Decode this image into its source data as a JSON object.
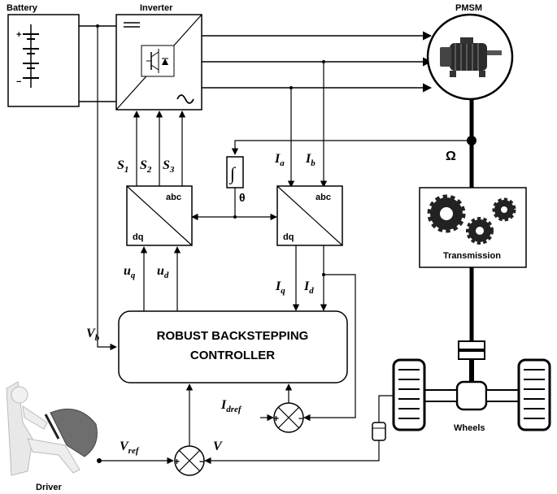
{
  "blocks": {
    "battery": "Battery",
    "inverter": "Inverter",
    "pmsm": "PMSM",
    "transmission": "Transmission",
    "wheels": "Wheels",
    "driver": "Driver",
    "controller_line1": "ROBUST BACKSTEPPING",
    "controller_line2": "CONTROLLER",
    "transform_dq": "dq",
    "transform_abc": "abc"
  },
  "signals": {
    "s1": "S",
    "s1_sub": "1",
    "s2": "S",
    "s2_sub": "2",
    "s3": "S",
    "s3_sub": "3",
    "ia": "I",
    "ia_sub": "a",
    "ib": "I",
    "ib_sub": "b",
    "iq": "I",
    "iq_sub": "q",
    "id": "I",
    "id_sub": "d",
    "uq": "u",
    "uq_sub": "q",
    "ud": "u",
    "ud_sub": "d",
    "vb": "V",
    "vb_sub": "b",
    "vref": "V",
    "vref_sub": "ref",
    "v": "V",
    "idref": "I",
    "idref_sub": "dref",
    "theta": "θ",
    "omega": "Ω",
    "integral": "∫",
    "plus": "+",
    "minus": "−"
  }
}
